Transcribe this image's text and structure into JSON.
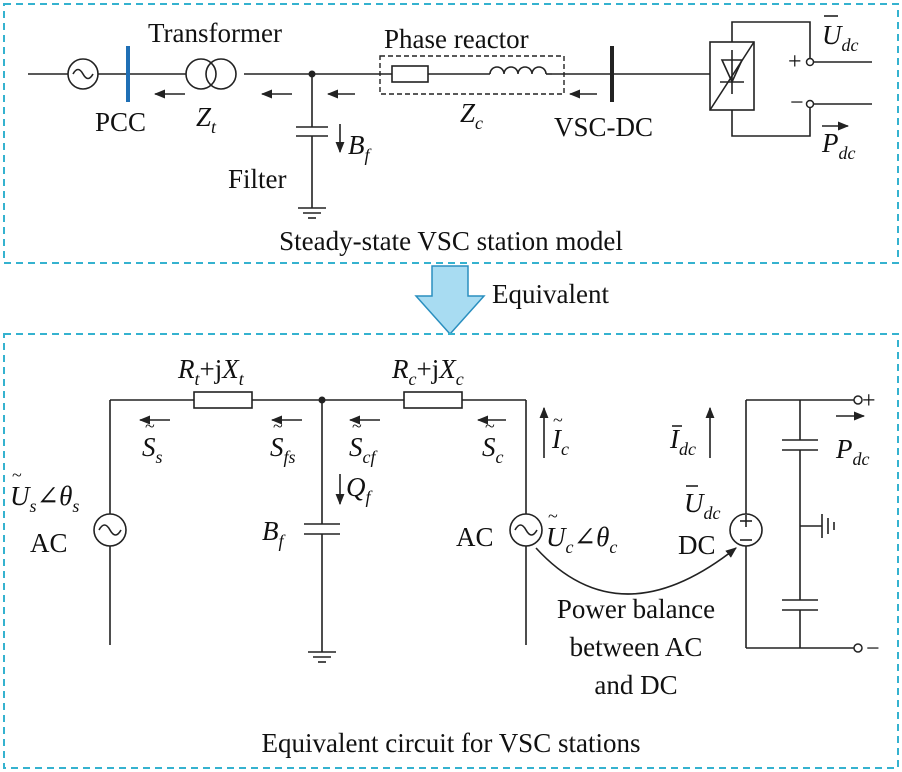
{
  "top_panel": {
    "transformer_label": "Transformer",
    "phase_reactor_label": "Phase reactor",
    "pcc_label": "PCC",
    "zt_main": "Z",
    "zt_sub": "t",
    "zc_main": "Z",
    "zc_sub": "c",
    "vsc_dc_label": "VSC-DC",
    "filter_label": "Filter",
    "bf_main": "B",
    "bf_sub": "f",
    "udc_main": "U",
    "udc_sub": "dc",
    "pdc_main": "P",
    "pdc_sub": "dc",
    "plus": "+",
    "minus": "−",
    "caption": "Steady-state VSC station model"
  },
  "equivalent_label": "Equivalent",
  "bottom_panel": {
    "rtjxt": {
      "r": "R",
      "r_sub": "t",
      "plus_j": "+j",
      "x": "X",
      "x_sub": "t"
    },
    "rcjxc": {
      "r": "R",
      "r_sub": "c",
      "plus_j": "+j",
      "x": "X",
      "x_sub": "c"
    },
    "ss_main": "S",
    "ss_sub": "s",
    "sfs_main": "S",
    "sfs_sub": "fs",
    "scf_main": "S",
    "scf_sub": "cf",
    "sc_main": "S",
    "sc_sub": "c",
    "ic_main": "I",
    "ic_sub": "c",
    "idc_main": "I",
    "idc_sub": "dc",
    "pdc_main": "P",
    "pdc_sub": "dc",
    "us_main": "U",
    "us_sub": "s",
    "us_angle": "∠",
    "us_theta": "θ",
    "us_theta_sub": "s",
    "ac_left": "AC",
    "qf_main": "Q",
    "qf_sub": "f",
    "bf_main": "B",
    "bf_sub": "f",
    "ac_right": "AC",
    "uc_main": "U",
    "uc_sub": "c",
    "uc_angle": "∠",
    "uc_theta": "θ",
    "uc_theta_sub": "c",
    "udc_main": "U",
    "udc_sub": "dc",
    "dc_label": "DC",
    "balance_line1": "Power balance",
    "balance_line2": "between AC",
    "balance_line3": "and DC",
    "plus": "+",
    "minus": "−",
    "caption": "Equivalent circuit for VSC stations"
  },
  "colors": {
    "frame": "#35b2cf",
    "arrow_fill": "#a8dcf2",
    "pcc_bar": "#1f6fb5",
    "line": "#222222"
  }
}
